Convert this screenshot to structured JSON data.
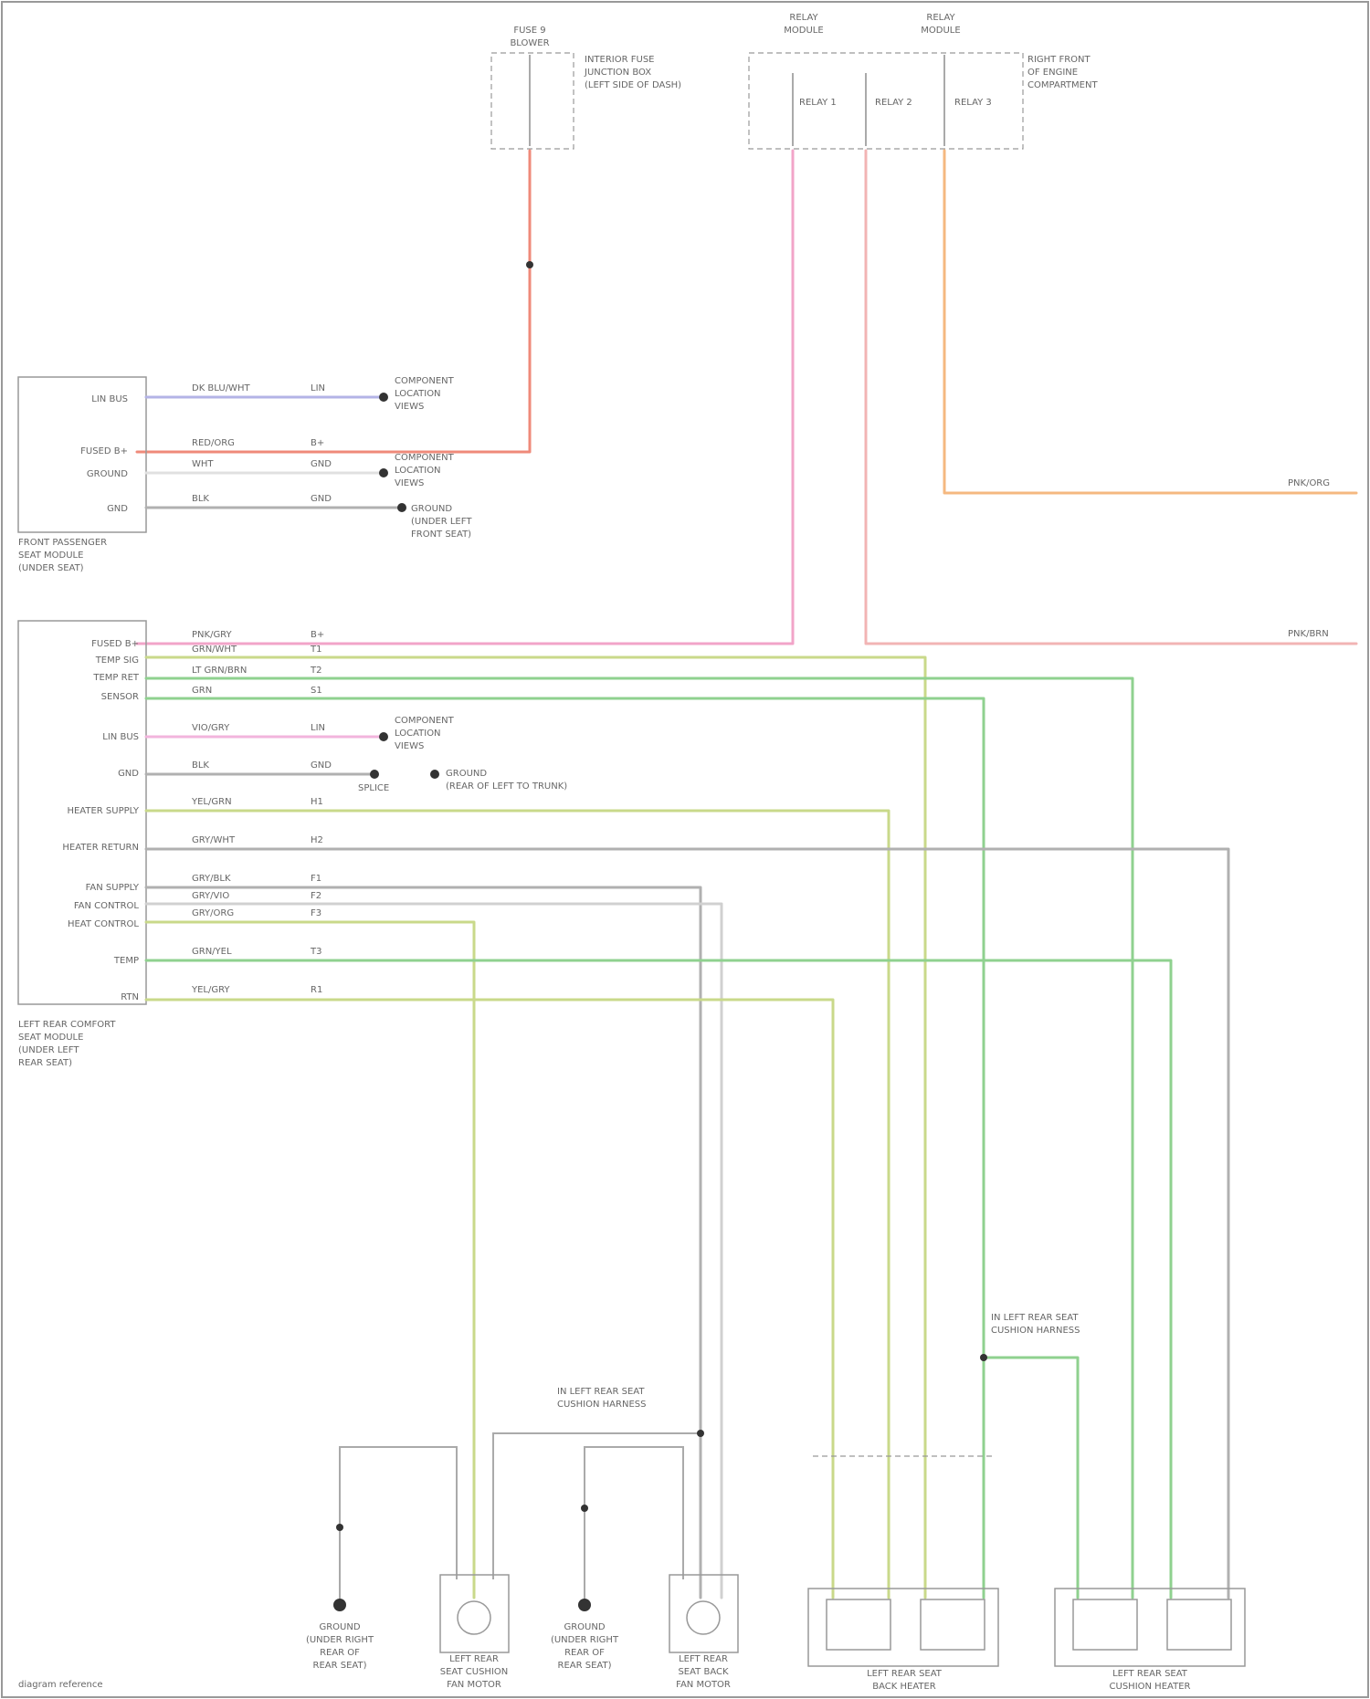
{
  "colors": {
    "pink": "#f2a4c8",
    "red": "#ef8a7a",
    "orange": "#f5b880",
    "blue": "#b3b3e6",
    "green": "#8fd18f",
    "yellow_green": "#c9d98a",
    "gray": "#b0b0b0"
  },
  "icons": {
    "connector_dot": "filled-circle",
    "ground": "ground-symbol"
  },
  "top_modules": {
    "fuse_box_title": [
      "FUSE 9",
      "BLOWER"
    ],
    "fuse_box_note": [
      "INTERIOR FUSE",
      "JUNCTION BOX",
      "(LEFT SIDE OF DASH)"
    ],
    "relay_box_left_title": [
      "RELAY",
      "MODULE"
    ],
    "relay_box_right_title": [
      "RELAY",
      "MODULE"
    ],
    "relay_box_note": [
      "RIGHT FRONT",
      "OF ENGINE",
      "COMPARTMENT"
    ],
    "relay_labels": [
      "RELAY 1",
      "RELAY 2",
      "RELAY 3"
    ]
  },
  "left_module_1": {
    "title": [
      "FRONT PASSENGER",
      "SEAT MODULE",
      "(UNDER SEAT)"
    ],
    "pins": [
      "LIN BUS",
      "FUSED B+",
      "GROUND",
      "GND"
    ],
    "wires": [
      {
        "color_code": "DK BLU/WHT",
        "circuit": "LIN"
      },
      {
        "color_code": "RED/ORG",
        "circuit": "B+"
      },
      {
        "color_code": "WHT",
        "circuit": "GND"
      },
      {
        "color_code": "BLK",
        "circuit": "GND"
      }
    ],
    "callouts": [
      [
        "COMPONENT",
        "LOCATION",
        "VIEWS"
      ],
      [
        "COMPONENT",
        "LOCATION",
        "VIEWS"
      ],
      [
        "GROUND",
        "(UNDER LEFT",
        "FRONT SEAT)"
      ]
    ]
  },
  "left_module_2": {
    "title": [
      "LEFT REAR COMFORT",
      "SEAT MODULE",
      "(UNDER LEFT",
      "REAR SEAT)"
    ],
    "pins": [
      "FUSED B+",
      "TEMP SIG",
      "TEMP RET",
      "SENSOR",
      "LIN BUS",
      "GND",
      "HEATER SUPPLY",
      "HEATER RETURN",
      "FAN SUPPLY",
      "FAN CONTROL",
      "HEAT CONTROL",
      "TEMP",
      "RTN"
    ],
    "wires": [
      {
        "color_code": "PNK/GRY",
        "circuit": "B+"
      },
      {
        "color_code": "GRN/WHT",
        "circuit": "T1"
      },
      {
        "color_code": "LT GRN/BRN",
        "circuit": "T2"
      },
      {
        "color_code": "GRN",
        "circuit": "S1"
      },
      {
        "color_code": "VIO/GRY",
        "circuit": "LIN"
      },
      {
        "color_code": "BLK",
        "circuit": "GND"
      },
      {
        "color_code": "YEL/GRN",
        "circuit": "H1"
      },
      {
        "color_code": "GRY/WHT",
        "circuit": "H2"
      },
      {
        "color_code": "GRY/BLK",
        "circuit": "F1"
      },
      {
        "color_code": "GRY/VIO",
        "circuit": "F2"
      },
      {
        "color_code": "GRY/ORG",
        "circuit": "F3"
      },
      {
        "color_code": "GRN/YEL",
        "circuit": "T3"
      },
      {
        "color_code": "YEL/GRY",
        "circuit": "R1"
      }
    ],
    "callouts": [
      [
        "COMPONENT",
        "LOCATION",
        "VIEWS"
      ],
      [
        "GROUND",
        "(REAR OF LEFT TO TRUNK)"
      ],
      [
        "SPLICE"
      ]
    ]
  },
  "right_labels": [
    "PNK/ORG",
    "PNK/BRN"
  ],
  "bottom": {
    "grounds": [
      [
        "GROUND",
        "(UNDER RIGHT",
        "REAR OF",
        "REAR SEAT)"
      ],
      [
        "GROUND",
        "(UNDER RIGHT",
        "REAR OF",
        "REAR SEAT)"
      ]
    ],
    "motors": [
      [
        "LEFT REAR",
        "SEAT CUSHION",
        "FAN MOTOR"
      ],
      [
        "LEFT REAR",
        "SEAT BACK",
        "FAN MOTOR"
      ]
    ],
    "elements": [
      [
        "LEFT REAR SEAT",
        "BACK HEATER"
      ],
      [
        "LEFT REAR SEAT",
        "CUSHION HEATER"
      ]
    ],
    "splice_note_1": [
      "IN LEFT REAR SEAT",
      "CUSHION HARNESS"
    ],
    "splice_note_2": [
      "IN LEFT REAR SEAT",
      "CUSHION HARNESS"
    ]
  },
  "footer": "diagram reference"
}
